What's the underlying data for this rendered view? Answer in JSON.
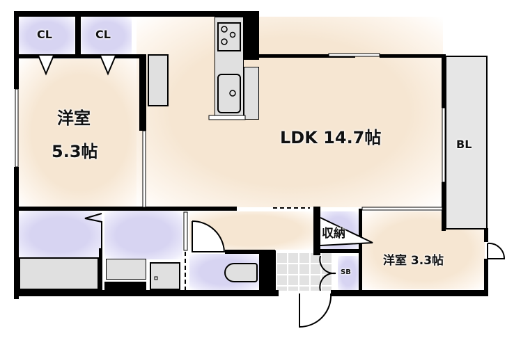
{
  "floor_plan": {
    "rooms": [
      {
        "id": "closet-1",
        "label": "CL"
      },
      {
        "id": "closet-2",
        "label": "CL"
      },
      {
        "id": "western-room-large",
        "label_line1": "洋室",
        "label_line2": "5.3帖"
      },
      {
        "id": "ldk",
        "label": "LDK 14.7帖"
      },
      {
        "id": "balcony",
        "label": "BL"
      },
      {
        "id": "storage",
        "label": "収納"
      },
      {
        "id": "shoe-box",
        "label": "SB"
      },
      {
        "id": "western-room-small",
        "label": "洋室 3.3帖"
      },
      {
        "id": "bathroom",
        "label": ""
      },
      {
        "id": "washroom",
        "label": ""
      },
      {
        "id": "toilet",
        "label": ""
      },
      {
        "id": "entrance",
        "label": ""
      }
    ],
    "colors": {
      "wall": "#000000",
      "living": "#f6e6d2",
      "wet_area": "#d7d4f2",
      "fixture": "#e0e0e0",
      "entrance_tile": "#e2e2e2"
    }
  }
}
